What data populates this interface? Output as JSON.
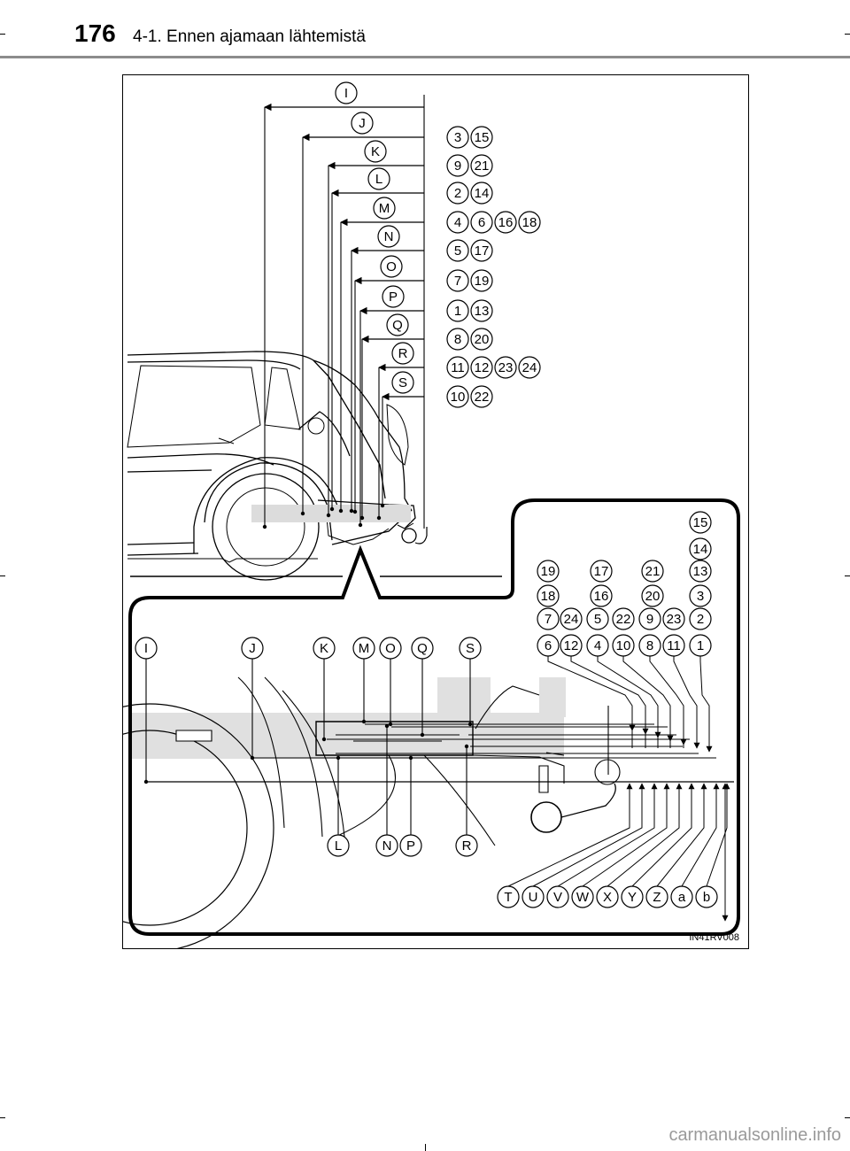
{
  "header": {
    "page_number": "176",
    "section_title": "4-1. Ennen ajamaan lähtemistä"
  },
  "figure": {
    "code": "IN41RV008",
    "top_rows": [
      {
        "letter": "I",
        "numbers": []
      },
      {
        "letter": "J",
        "numbers": [
          "3",
          "15"
        ]
      },
      {
        "letter": "K",
        "numbers": [
          "9",
          "21"
        ]
      },
      {
        "letter": "L",
        "numbers": [
          "2",
          "14"
        ]
      },
      {
        "letter": "M",
        "numbers": [
          "4",
          "6",
          "16",
          "18"
        ]
      },
      {
        "letter": "N",
        "numbers": [
          "5",
          "17"
        ]
      },
      {
        "letter": "O",
        "numbers": [
          "7",
          "19"
        ]
      },
      {
        "letter": "P",
        "numbers": [
          "1",
          "13"
        ]
      },
      {
        "letter": "Q",
        "numbers": [
          "8",
          "20"
        ]
      },
      {
        "letter": "R",
        "numbers": [
          "11",
          "12",
          "23",
          "24"
        ]
      },
      {
        "letter": "S",
        "numbers": [
          "10",
          "22"
        ]
      }
    ],
    "detail_top_letters": [
      "I",
      "J",
      "K",
      "M",
      "O",
      "Q",
      "S"
    ],
    "detail_bottom_letters": [
      "L",
      "N",
      "P",
      "R"
    ],
    "number_stack": [
      [
        "15"
      ],
      [
        "14"
      ],
      [
        "19",
        "17",
        "21",
        "13"
      ],
      [
        "18",
        "16",
        "20",
        "3"
      ],
      [
        "7",
        "24",
        "5",
        "22",
        "9",
        "23",
        "2"
      ],
      [
        "6",
        "12",
        "4",
        "10",
        "8",
        "11",
        "1"
      ]
    ],
    "bottom_letters": [
      "T",
      "U",
      "V",
      "W",
      "X",
      "Y",
      "Z",
      "a",
      "b"
    ]
  },
  "watermark": "carmanualsonline.info"
}
